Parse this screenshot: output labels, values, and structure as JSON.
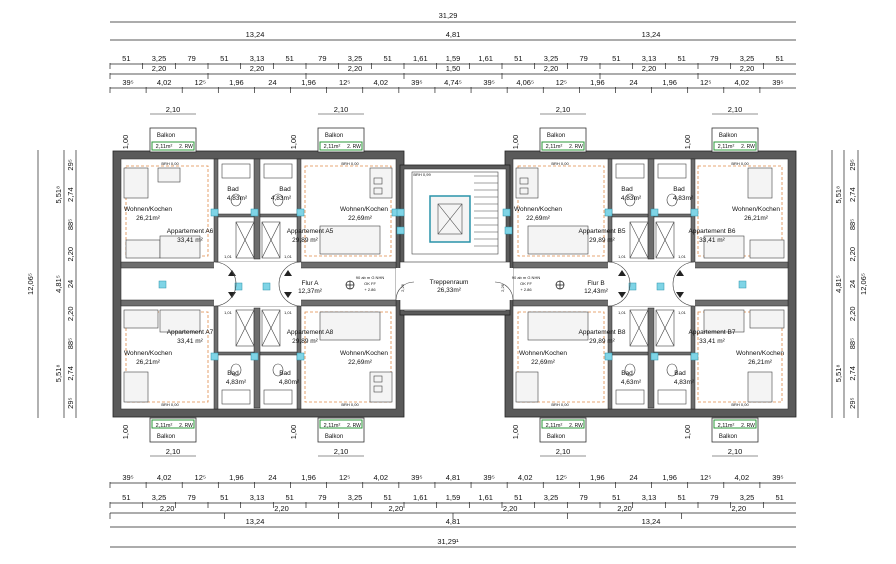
{
  "dim_top": {
    "row1": [
      "31,29"
    ],
    "row2": [
      "13,24",
      "4,81",
      "13,24"
    ],
    "row3": [
      "51",
      "3,25",
      "79",
      "51",
      "3,13",
      "51",
      "79",
      "3,25",
      "51",
      "1,61",
      "1,59",
      "1,61",
      "51",
      "3,25",
      "79",
      "51",
      "3,13",
      "51",
      "79",
      "3,25",
      "51"
    ],
    "row4": [
      "2,20",
      "2,20",
      "2,20",
      "1,50",
      "2,20",
      "2,20",
      "2,20"
    ],
    "row5": [
      "39⁵",
      "4,02",
      "12⁵",
      "1,96",
      "24",
      "1,96",
      "12⁵",
      "4,02",
      "39⁵",
      "4,74⁵",
      "39⁵",
      "4,06⁵",
      "12⁵",
      "1,96",
      "24",
      "1,96",
      "12⁵",
      "4,02",
      "39⁵"
    ]
  },
  "dim_bottom": {
    "row1": [
      "39⁵",
      "4,02",
      "12⁵",
      "1,96",
      "24",
      "1,96",
      "12⁵",
      "4,02",
      "39⁵",
      "4,81",
      "39⁵",
      "4,02",
      "12⁵",
      "1,96",
      "24",
      "1,96",
      "12⁵",
      "4,02",
      "39⁵"
    ],
    "row2": [
      "51",
      "3,25",
      "79",
      "51",
      "3,13",
      "51",
      "79",
      "3,25",
      "51",
      "1,61",
      "1,59",
      "1,61",
      "51",
      "3,25",
      "79",
      "51",
      "3,13",
      "51",
      "79",
      "3,25",
      "51"
    ],
    "row3": [
      "2,20",
      "2,20",
      "2,20",
      "2,20",
      "2,20",
      "2,20"
    ],
    "row4": [
      "13,24",
      "4,81",
      "13,24"
    ],
    "row5": [
      "31,29¹"
    ]
  },
  "dim_left": {
    "total": "12,06⁵",
    "mid": [
      "5,51⁸",
      "4,81⁵",
      "5,51⁸"
    ],
    "fine": [
      "29⁵",
      "2,74",
      "88⁵",
      "2,20",
      "24",
      "2,20",
      "88⁵",
      "2,74",
      "29⁵"
    ]
  },
  "dim_right": {
    "total": "12,06⁵",
    "mid": [
      "5,51⁸",
      "4,81⁵",
      "5,51⁸"
    ],
    "fine": [
      "29⁵",
      "2,74",
      "88⁵",
      "2,20",
      "24",
      "2,20",
      "88⁵",
      "2,74",
      "29⁵"
    ]
  },
  "balcony": {
    "width": "2,10",
    "depth": "1,00",
    "label": "Balkon",
    "area": "2,11m²",
    "rw": "2. RW"
  },
  "rooms": {
    "wk_label": "Wohnen/Kochen",
    "bad_label": "Bad",
    "a6": {
      "name": "Appartement A6",
      "area": "33,41 m²",
      "wk": "26,21m²",
      "bad": "4,83m²"
    },
    "a5": {
      "name": "Appartement A5",
      "area": "29,89 m²",
      "wk": "22,69m²",
      "bad": "4,83m²"
    },
    "a7": {
      "name": "Appartement A7",
      "area": "33,41 m²",
      "wk": "26,21m²",
      "bad": "4,83m²"
    },
    "a8": {
      "name": "Appartement A8",
      "area": "29,89 m²",
      "wk": "22,69m²",
      "bad": "4,80m²"
    },
    "b5": {
      "name": "Appartement B5",
      "area": "29,89 m²",
      "wk": "22,69m²",
      "bad": "4,83m²"
    },
    "b6": {
      "name": "Appartement B6",
      "area": "33,41 m²",
      "wk": "26,21m²",
      "bad": "4,83m²"
    },
    "b8": {
      "name": "Appartement B8",
      "area": "29,89 m²",
      "wk": "22,69m²",
      "bad": "4,63m²"
    },
    "b7": {
      "name": "Appartement B7",
      "area": "33,41 m²",
      "wk": "26,21m²",
      "bad": "4,83m²"
    },
    "flur_a": {
      "name": "Flur A",
      "area": "12,37m²"
    },
    "flur_b": {
      "name": "Flur B",
      "area": "12,43m²"
    },
    "treppe": {
      "name": "Treppenraum",
      "area": "26,33m²"
    }
  },
  "small_text": {
    "brh": "BRH 0,00",
    "brh_stair": "BRH 0,99",
    "door": "1,01",
    "door2": "2,26",
    "fire_a": [
      "90 ab m G NHN",
      "OK FF",
      "+ 2.86"
    ],
    "fire_b": [
      "90 ab m G NHN",
      "OK FF",
      "+ 2.86"
    ]
  }
}
